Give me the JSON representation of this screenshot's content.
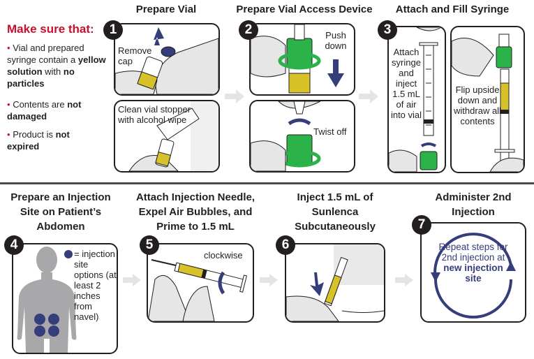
{
  "checklist": {
    "heading": "Make sure that:",
    "items": [
      {
        "pre": "Vial and prepared syringe contain a ",
        "bold1": "yellow solution",
        "mid": " with ",
        "bold2": "no particles"
      },
      {
        "pre": "Contents are ",
        "bold1": "not damaged"
      },
      {
        "pre": "Product is ",
        "bold1": "not expired"
      }
    ]
  },
  "sections": {
    "prepare_vial": "Prepare Vial",
    "access_device": "Prepare Vial Access Device",
    "fill_syringe": "Attach and Fill Syringe"
  },
  "steps": [
    {
      "number": "1",
      "texts": [
        "Remove cap",
        "Clean vial stopper with alcohol wipe"
      ]
    },
    {
      "number": "2",
      "texts": [
        "Push down",
        "Twist off"
      ]
    },
    {
      "number": "3",
      "texts": [
        "Attach syringe and inject 1.5 mL of air into vial",
        "Flip upside down and withdraw all contents"
      ]
    },
    {
      "number": "4",
      "title": "Prepare an Injection Site on Patient’s Abdomen",
      "legend": "= injection site options (at least 2 inches from navel)"
    },
    {
      "number": "5",
      "title": "Attach Injection Needle, Expel Air Bubbles, and Prime to 1.5 mL",
      "text": "clockwise"
    },
    {
      "number": "6",
      "title": "Inject 1.5 mL of Sunlenca Subcutaneously"
    },
    {
      "number": "7",
      "title": "Administer 2nd Injection",
      "text_pre": "Repeat steps for 2nd injection at ",
      "text_bold": "new injection site"
    }
  ],
  "colors": {
    "warning": "#c8102e",
    "arrow_blue": "#353d7a",
    "device_green": "#2bb34a",
    "solution_yellow": "#d8c22a",
    "glove_gray": "#e6e6e6"
  }
}
